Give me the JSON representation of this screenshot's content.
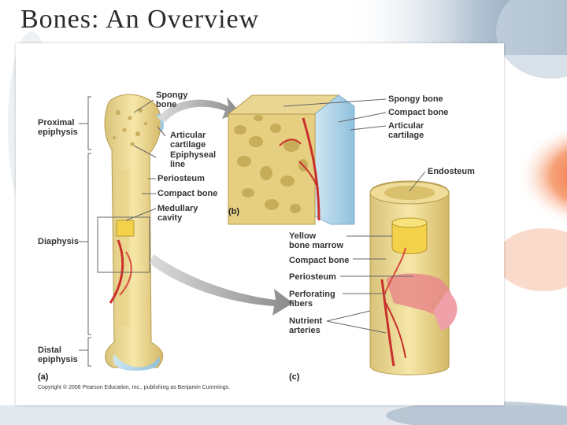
{
  "slide": {
    "title": "Bones: An Overview"
  },
  "figure": {
    "copyright": "Copyright © 2006 Pearson Education, Inc., publishing as Benjamin Cummings.",
    "panels": {
      "a": "(a)",
      "b": "(b)",
      "c": "(c)"
    },
    "labels_a": {
      "spongy_bone": "Spongy\nbone",
      "proximal_epiphysis": "Proximal\nepiphysis",
      "articular_cartilage": "Articular\ncartilage",
      "epiphyseal_line": "Epiphyseal\nline",
      "periosteum": "Periosteum",
      "compact_bone": "Compact bone",
      "medullary_cavity": "Medullary\ncavity",
      "diaphysis": "Diaphysis",
      "distal_epiphysis": "Distal\nepiphysis"
    },
    "labels_b": {
      "spongy_bone": "Spongy bone",
      "compact_bone": "Compact bone",
      "articular_cartilage": "Articular\ncartilage"
    },
    "labels_c": {
      "endosteum": "Endosteum",
      "yellow_bone_marrow": "Yellow\nbone marrow",
      "compact_bone": "Compact bone",
      "periosteum": "Periosteum",
      "perforating_fibers": "Perforating\nfibers",
      "nutrient_arteries": "Nutrient\narteries"
    }
  }
}
